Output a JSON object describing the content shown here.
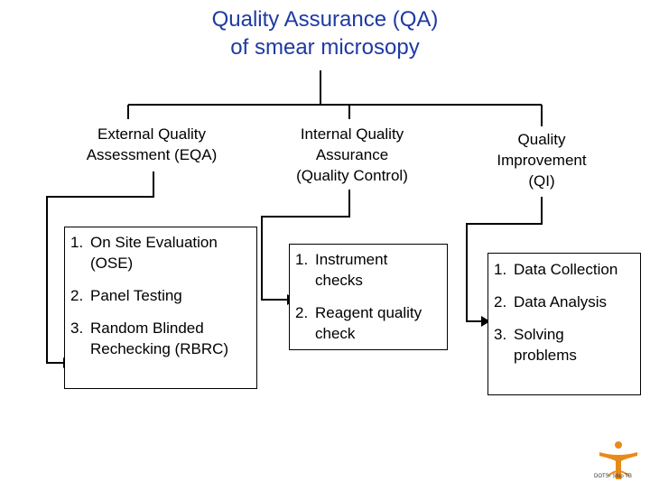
{
  "title": {
    "line1": "Quality Assurance (QA)",
    "line2": "of smear microsopy"
  },
  "columns": [
    {
      "heading": [
        "External Quality",
        "Assessment (EQA)"
      ],
      "items": [
        {
          "num": "1.",
          "text": "On Site Evaluation (OSE)"
        },
        {
          "num": "2.",
          "text": "Panel Testing"
        },
        {
          "num": "3.",
          "text": "Random Blinded Rechecking (RBRC)"
        }
      ]
    },
    {
      "heading": [
        "Internal Quality",
        "Assurance",
        "(Quality Control)"
      ],
      "items": [
        {
          "num": "1.",
          "text": "Instrument checks"
        },
        {
          "num": "2.",
          "text": "Reagent quality check"
        }
      ]
    },
    {
      "heading": [
        "Quality",
        "Improvement",
        "(QI)"
      ],
      "items": [
        {
          "num": "1.",
          "text": "Data Collection"
        },
        {
          "num": "2.",
          "text": "Data Analysis"
        },
        {
          "num": "3.",
          "text": "Solving problems"
        }
      ]
    }
  ],
  "logo": {
    "icon": "dots-figure-logo",
    "text": "DOTS- Stop TB",
    "color": "#e88a1a"
  },
  "colors": {
    "title": "#1f3aa3",
    "lines": "#000000"
  }
}
